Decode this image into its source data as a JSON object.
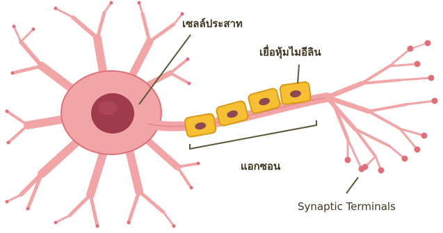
{
  "labels": {
    "cell_body": "เซลล์ประสาท",
    "myelin": "เยื่อหุ้มไมอีลิน",
    "axon": "แอกซอน",
    "terminals": "Synaptic Terminals"
  },
  "colors": {
    "neuron_fill": "#f2a5a7",
    "neuron_stroke": "#df6f78",
    "nucleus": "#9e3b4c",
    "myelin_fill": "#f7bf33",
    "myelin_stroke": "#d79a19",
    "myelin_nucleus": "#8b4a52",
    "callout": "#5b5636",
    "text": "#3f3520"
  }
}
